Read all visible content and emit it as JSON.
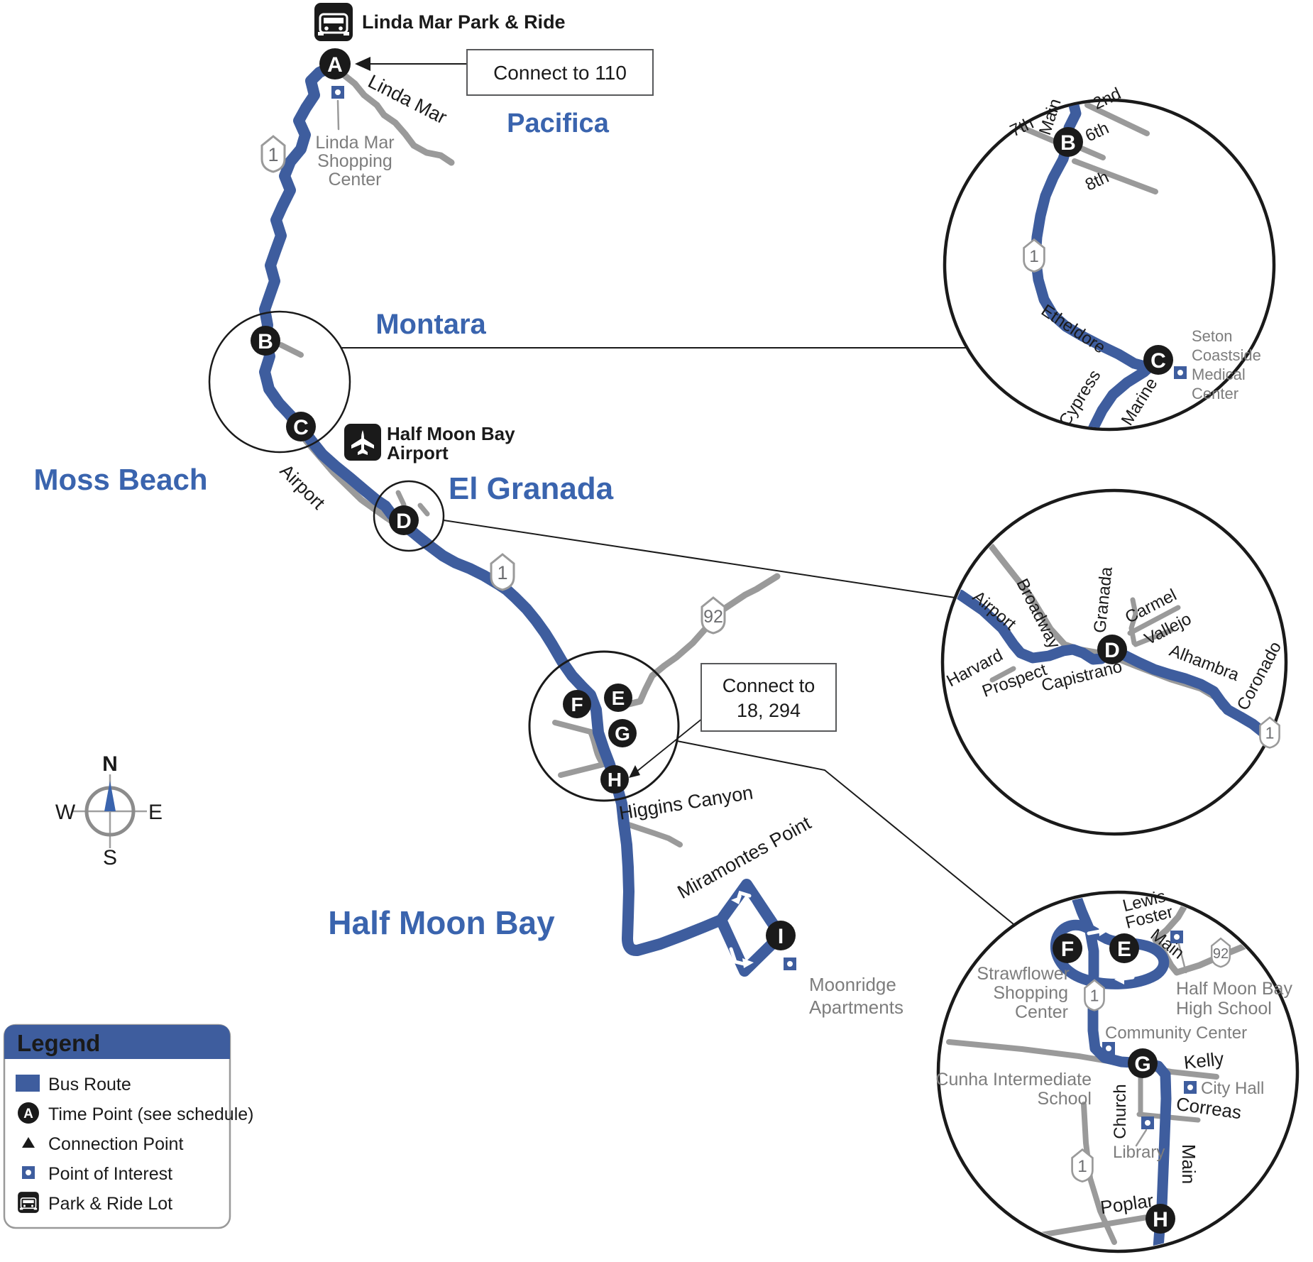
{
  "title": "Bus route map: Pacifica to Half Moon Bay",
  "colors": {
    "route_blue": "#3E5D9E",
    "city_label_blue": "#3A64AE",
    "road_gray": "#9A9A9A",
    "gray_text": "#7D7D7D",
    "black": "#1A1A1A"
  },
  "shields": {
    "one": "1",
    "ninety_two": "92"
  },
  "timepoints": {
    "a": "A",
    "b": "B",
    "c": "C",
    "d": "D",
    "e": "E",
    "f": "F",
    "g": "G",
    "h": "H",
    "i": "I"
  },
  "cities": {
    "pacifica": "Pacifica",
    "montara": "Montara",
    "moss_beach": "Moss Beach",
    "el_granada": "El Granada",
    "half_moon_bay": "Half Moon Bay"
  },
  "callouts": {
    "connect_110": "Connect to 110",
    "connect_18_294": [
      "Connect to",
      "18, 294"
    ]
  },
  "landmarks": {
    "park_ride": "Linda Mar Park & Ride",
    "linda_mar_sc": [
      "Linda Mar",
      "Shopping",
      "Center"
    ],
    "hmb_airport": [
      "Half Moon Bay",
      "Airport"
    ],
    "moonridge": [
      "Moonridge",
      "Apartments"
    ],
    "seton": [
      "Seton",
      "Coastside",
      "Medical",
      "Center"
    ],
    "strawflower": [
      "Strawflower",
      "Shopping",
      "Center"
    ],
    "hmb_high": [
      "Half Moon Bay",
      "High School"
    ],
    "community_center": "Community Center",
    "city_hall": "City Hall",
    "cunha": [
      "Cunha Intermediate",
      "School"
    ],
    "library": "Library"
  },
  "roads": {
    "linda_mar": "Linda Mar",
    "airport": "Airport",
    "higgins_canyon": "Higgins Canyon",
    "miramontes": "Miramontes Point",
    "main": "Main",
    "second": "2nd",
    "sixth": "6th",
    "seventh": "7th",
    "eighth": "8th",
    "etheldore": "Etheldore",
    "cypress": "Cypress",
    "marine": "Marine",
    "broadway": "Broadway",
    "granada": "Granada",
    "carmel": "Carmel",
    "vallejo": "Vallejo",
    "alhambra": "Alhambra",
    "coronado": "Coronado",
    "harvard": "Harvard",
    "prospect": "Prospect",
    "capistrano": "Capistrano",
    "lewis": "Lewis",
    "foster": "Foster",
    "kelly": "Kelly",
    "church": "Church",
    "correas": "Correas",
    "poplar": "Poplar"
  },
  "legend": {
    "title": "Legend",
    "items": [
      "Bus Route",
      "Time Point (see schedule)",
      "Connection Point",
      "Point of Interest",
      "Park & Ride Lot"
    ]
  },
  "compass": {
    "n": "N",
    "e": "E",
    "s": "S",
    "w": "W"
  }
}
